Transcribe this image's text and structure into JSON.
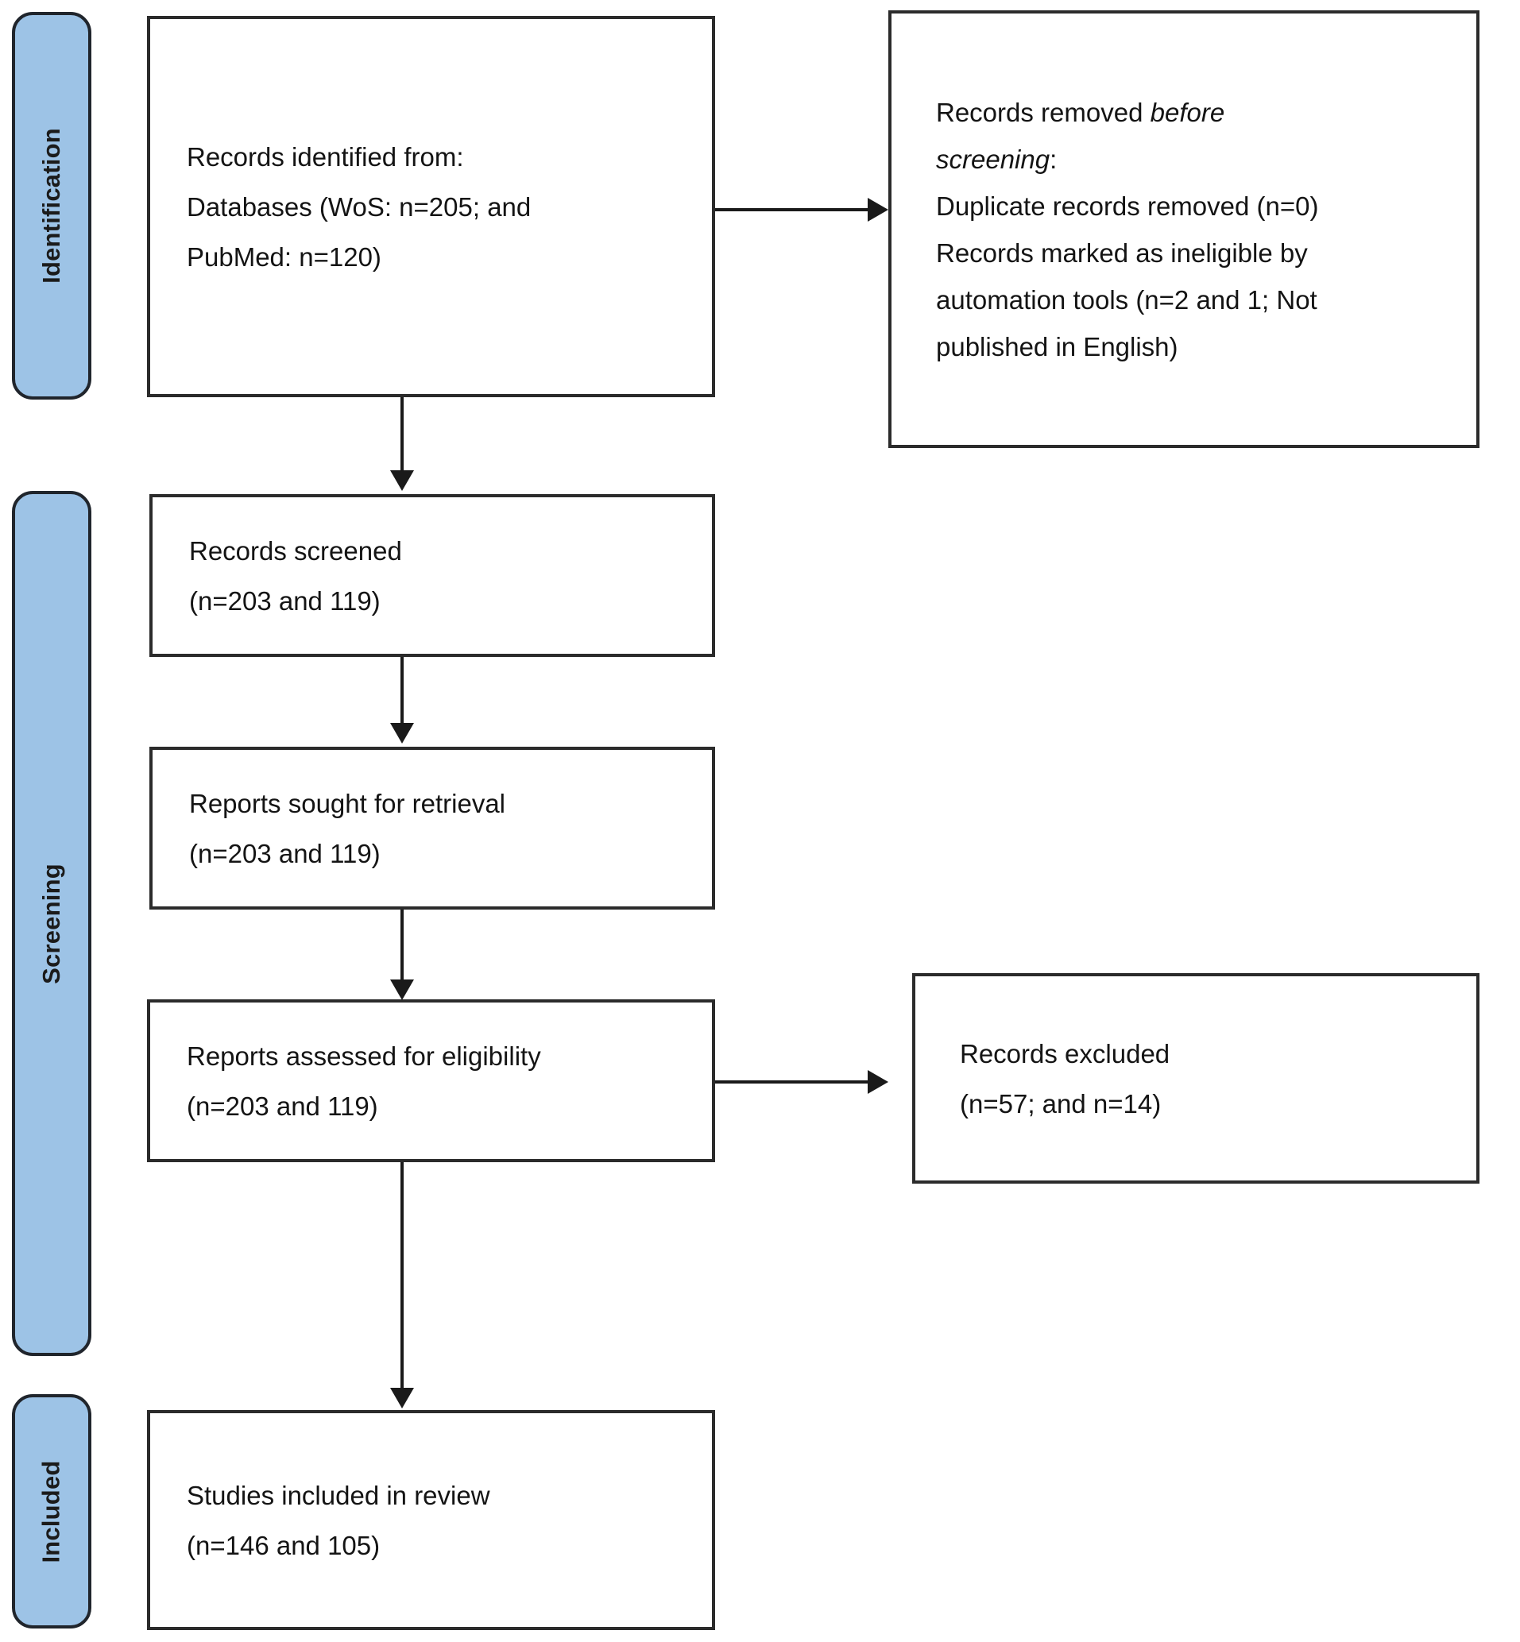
{
  "diagram": {
    "type": "PRISMA flow diagram",
    "accent_blue": "#9DC3E6",
    "border_color": "#2b2b2b"
  },
  "stages": [
    {
      "id": "identification",
      "label": "Identification"
    },
    {
      "id": "screening",
      "label": "Screening"
    },
    {
      "id": "included",
      "label": "Included"
    }
  ],
  "boxes": {
    "records_identified": {
      "line1": "Records identified from:",
      "line2": "Databases (WoS: n=205; and",
      "line3": "PubMed: n=120)"
    },
    "records_removed": {
      "line1_a": "Records removed ",
      "line1_b": "before",
      "line2_a": "screening",
      "line2_b": ":",
      "line3": "Duplicate records removed (n=0)",
      "line4": "Records marked as ineligible by",
      "line5": "automation tools (n=2 and 1; Not",
      "line6": "published in English)"
    },
    "records_screened": {
      "line1": "Records screened",
      "line2": "(n=203 and 119)"
    },
    "reports_sought": {
      "line1": "Reports sought for retrieval",
      "line2": "(n=203 and 119)"
    },
    "reports_assessed": {
      "line1": "Reports assessed for eligibility",
      "line2": "(n=203 and 119)"
    },
    "records_excluded": {
      "line1": "Records excluded",
      "line2": "(n=57; and n=14)"
    },
    "studies_included": {
      "line1": "Studies included in review",
      "line2": "(n=146 and 105)"
    }
  }
}
